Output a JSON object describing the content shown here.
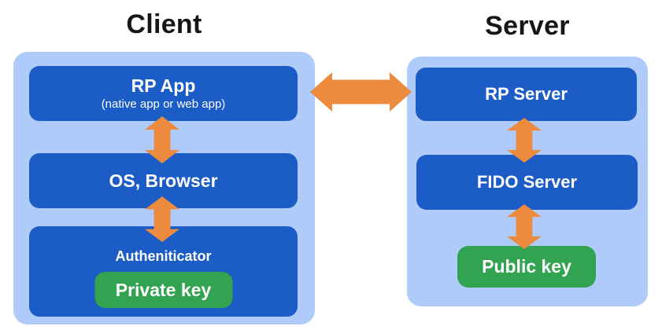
{
  "client": {
    "title": "Client",
    "rp_app": {
      "label": "RP App",
      "sublabel": "(native app or web app)"
    },
    "os_browser": {
      "label": "OS, Browser"
    },
    "authenticator": {
      "label": "Autheniticator",
      "key_label": "Private key"
    }
  },
  "server": {
    "title": "Server",
    "rp_server": {
      "label": "RP Server"
    },
    "fido_server": {
      "label": "FIDO Server"
    },
    "public_key_label": "Public key"
  },
  "arrows": {
    "client_server": "horizontal-double-arrow",
    "rp_app_os_browser": "vertical-double-arrow",
    "os_browser_authenticator": "vertical-double-arrow",
    "rp_server_fido_server": "vertical-double-arrow",
    "fido_server_public_key": "vertical-double-arrow"
  },
  "colors": {
    "container-blue": "#AECBFA",
    "box-blue": "#1B5CC6",
    "key-green": "#32A350",
    "arrow-orange": "#EC8A3E",
    "title-text": "#161616",
    "box-text": "#FFFFFF"
  }
}
